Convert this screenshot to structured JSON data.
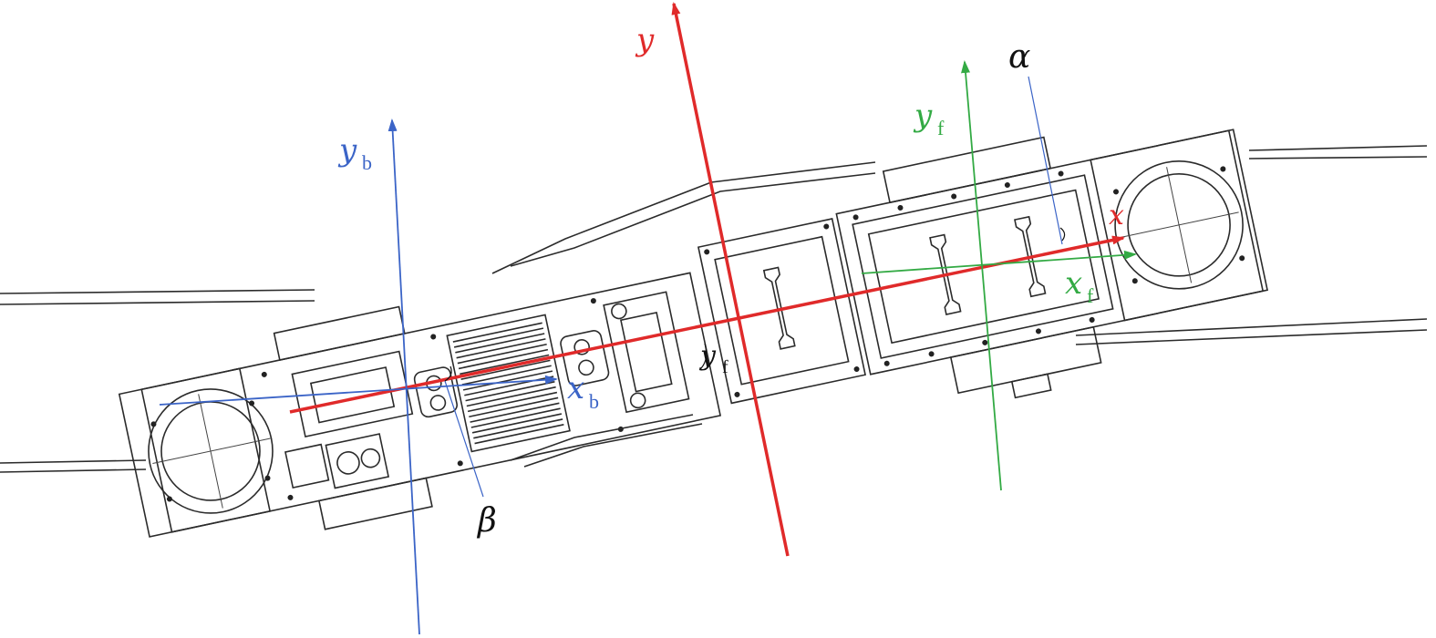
{
  "colors": {
    "global_frame": "#e02a2a",
    "rear_frame": "#3b64c7",
    "front_frame": "#33aa44",
    "annotation": "#111111",
    "drawing": "#2b2b2b"
  },
  "labels": {
    "global_x": "x",
    "global_y": "y",
    "rear_x": "x",
    "rear_x_sub": "b",
    "rear_y": "y",
    "rear_y_sub": "b",
    "front_x": "x",
    "front_x_sub": "f",
    "front_y": "y",
    "front_y_sub": "f",
    "center_y": "y",
    "center_y_sub": "f",
    "angle_alpha": "α",
    "angle_beta": "β"
  }
}
